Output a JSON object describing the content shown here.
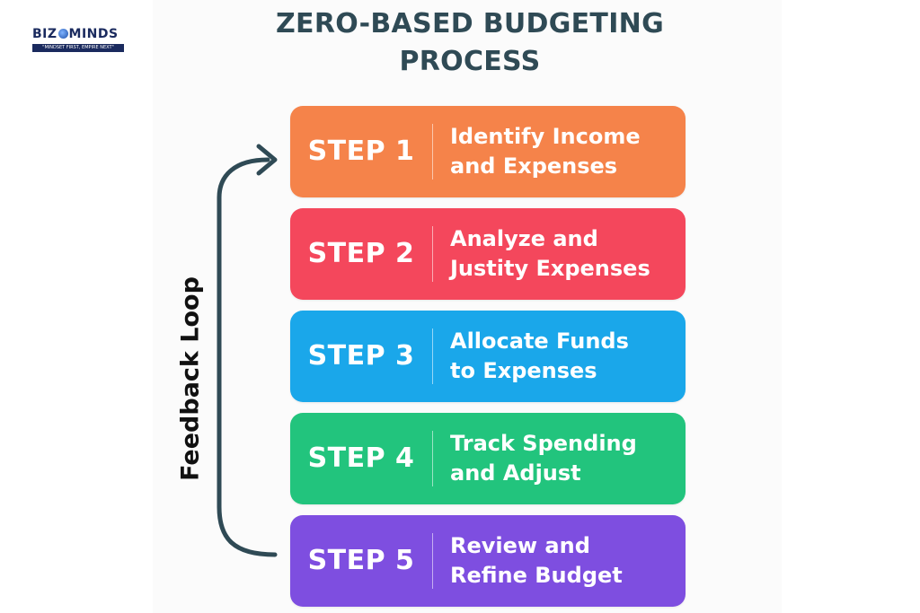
{
  "logo": {
    "word_left": "BIZ",
    "word_right": "MINDS",
    "tagline": "\"MINDSET FIRST, EMPIRE NEXT\""
  },
  "title": {
    "line1": "ZERO-BASED BUDGETING",
    "line2": "PROCESS"
  },
  "loop_label": "Feedback Loop",
  "colors": {
    "title": "#2f4a55",
    "arrow": "#2f4a55",
    "step1": "#f5834a",
    "step2": "#f4475c",
    "step3": "#1aa7ea",
    "step4": "#22c47d",
    "step5": "#7e4ee0"
  },
  "steps": [
    {
      "label": "STEP 1",
      "line1": "Identify Income",
      "line2": "and Expenses"
    },
    {
      "label": "STEP 2",
      "line1": "Analyze and",
      "line2": "Justity Expenses"
    },
    {
      "label": "STEP 3",
      "line1": "Allocate Funds",
      "line2": "to Expenses"
    },
    {
      "label": "STEP 4",
      "line1": "Track Spending",
      "line2": "and Adjust"
    },
    {
      "label": "STEP 5",
      "line1": "Review and",
      "line2": "Refine Budget"
    }
  ]
}
